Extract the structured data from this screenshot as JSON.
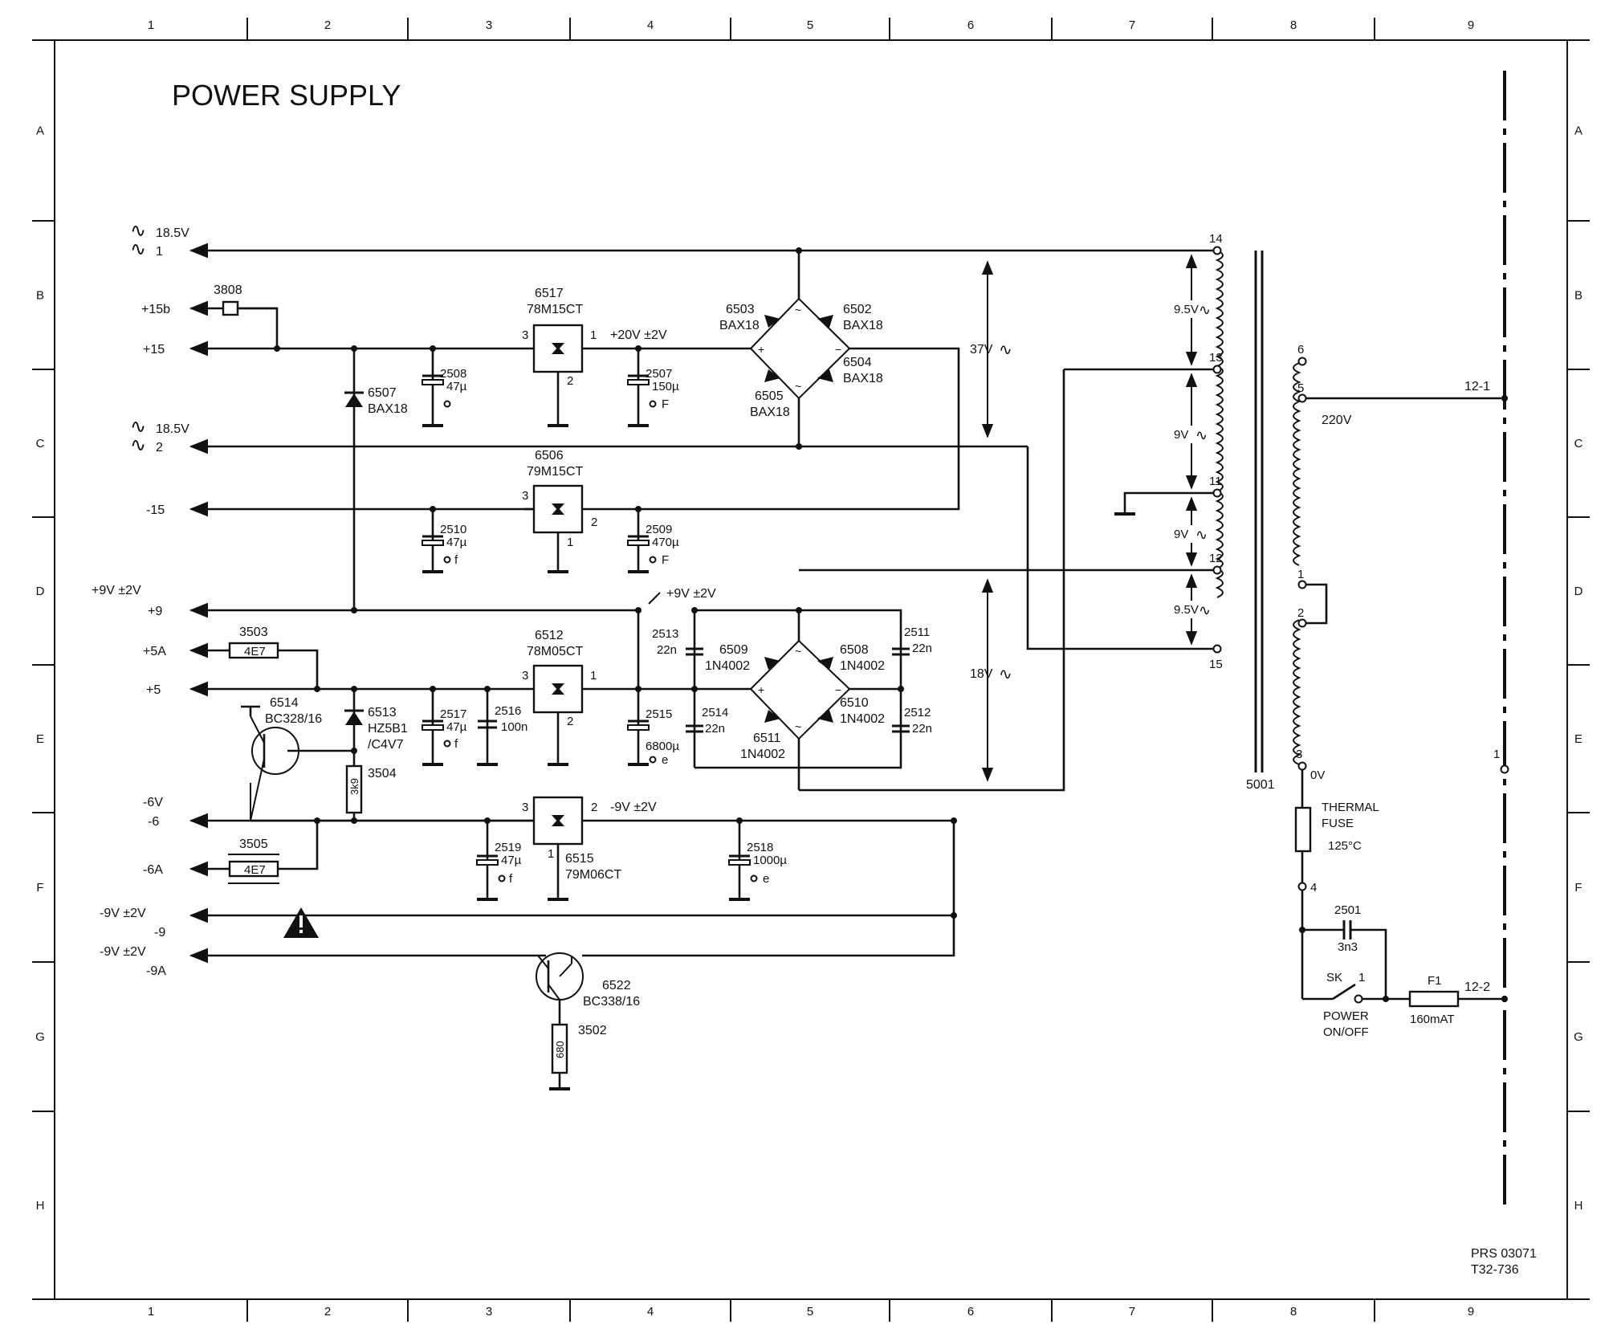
{
  "title": "POWER SUPPLY",
  "doc_code": "PRS 03071",
  "doc_code2": "T32-736",
  "frame": {
    "columns": [
      "1",
      "2",
      "3",
      "4",
      "5",
      "6",
      "7",
      "8",
      "9"
    ],
    "rows": [
      "A",
      "B",
      "C",
      "D",
      "E",
      "F",
      "G",
      "H"
    ]
  },
  "outputs": {
    "ac1_voltage": "18.5V",
    "ac1_num": "1",
    "ac2_voltage": "18.5V",
    "ac2_num": "2",
    "p15b": "+15b",
    "p15": "+15",
    "m15": "-15",
    "p9_tol": "+9V ±2V",
    "p9": "+9",
    "p5a": "+5A",
    "p5": "+5",
    "m6v": "-6V",
    "m6": "-6",
    "m6a": "-6A",
    "m9_tol": "-9V ±2V",
    "m9": "-9",
    "m9a_tol": "-9V ±2V",
    "m9a": "-9A"
  },
  "components": {
    "r3808": "3808",
    "r3503": "3503",
    "r3503_val": "4E7",
    "r3505": "3505",
    "r3505_val": "4E7",
    "r3504": "3504",
    "r3504_val": "3k9",
    "r3502": "3502",
    "r3502_val": "680",
    "d6507": "6507",
    "d6507_type": "BAX18",
    "d6513": "6513",
    "d6513_type": "HZ5B1",
    "d6513_type2": "/C4V7",
    "t6514": "6514",
    "t6514_type": "BC328/16",
    "t6522": "6522",
    "t6522_type": "BC338/16",
    "u6517": "6517",
    "u6517_type": "78M15CT",
    "u6506": "6506",
    "u6506_type": "79M15CT",
    "u6512": "6512",
    "u6512_type": "78M05CT",
    "u6515": "6515",
    "u6515_type": "79M06CT",
    "pin1": "1",
    "pin2": "2",
    "pin3": "3",
    "v_p20": "+20V ±2V",
    "v_p9": "+9V ±2V",
    "v_m9": "-9V ±2V",
    "c2508": "2508",
    "c2508_val": "47µ",
    "c2507": "2507",
    "c2507_val": "150µ",
    "c2507_mark": "F",
    "c2510": "2510",
    "c2510_val": "47µ",
    "c2510_mark": "f",
    "c2509": "2509",
    "c2509_val": "470µ",
    "c2509_mark": "F",
    "c2517": "2517",
    "c2517_val": "47µ",
    "c2517_mark": "f",
    "c2516": "2516",
    "c2516_val": "100n",
    "c2515": "2515",
    "c2515_val": "6800µ",
    "c2515_mark": "e",
    "c2513": "2513",
    "c2513_val": "22n",
    "c2514": "2514",
    "c2514_val": "22n",
    "c2511": "2511",
    "c2511_val": "22n",
    "c2512": "2512",
    "c2512_val": "22n",
    "c2519": "2519",
    "c2519_val": "47µ",
    "c2519_mark": "f",
    "c2518": "2518",
    "c2518_val": "1000µ",
    "c2518_mark": "e",
    "d6503": "6503",
    "d6503_type": "BAX18",
    "d6502": "6502",
    "d6502_type": "BAX18",
    "d6504": "6504",
    "d6504_type": "BAX18",
    "d6505": "6505",
    "d6505_type": "BAX18",
    "d6509": "6509",
    "d6509_type": "1N4002",
    "d6508": "6508",
    "d6508_type": "1N4002",
    "d6510": "6510",
    "d6510_type": "1N4002",
    "d6511": "6511",
    "d6511_type": "1N4002",
    "v37": "37V",
    "v18": "18V",
    "v9_5a": "9.5V",
    "v9a": "9V",
    "v9b": "9V",
    "v9_5b": "9.5V",
    "tr_pin14": "14",
    "tr_pin13": "13",
    "tr_pin11": "11",
    "tr_pin12": "12",
    "tr_pin15": "15",
    "tr_pin6": "6",
    "tr_pin5": "5",
    "tr_pin1": "1",
    "tr_pin2": "2",
    "tr_pin3": "3",
    "tr_pin4": "4",
    "tr_name": "5001",
    "mains": "220V",
    "zero": "0V",
    "fuse_label1": "THERMAL",
    "fuse_label2": "FUSE",
    "fuse_temp": "125°C",
    "c2501": "2501",
    "c2501_val": "3n3",
    "sk": "SK",
    "sk_pin": "1",
    "sk_label1": "POWER",
    "sk_label2": "ON/OFF",
    "f1": "F1",
    "f1_val": "160mAT",
    "conn_12_1": "12-1",
    "conn_12_2": "12-2",
    "conn_1": "1"
  }
}
